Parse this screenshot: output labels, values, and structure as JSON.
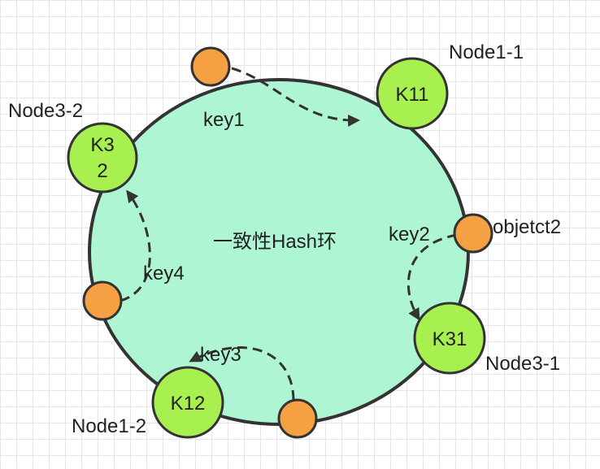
{
  "colors": {
    "ring_fill": "#aef5d3",
    "ring_stroke": "#333333",
    "node_fill": "#a8f050",
    "key_fill": "#f5a043",
    "arrow": "#333333"
  },
  "ring": {
    "label": "一致性Hash环"
  },
  "nodes": {
    "k11": {
      "text": "K11",
      "caption": "Node1-1"
    },
    "k32": {
      "text_line1": "K3",
      "text_line2": "2",
      "caption": "Node3-2"
    },
    "k31": {
      "text": "K31",
      "caption": "Node3-1"
    },
    "k12": {
      "text": "K12",
      "caption": "Node1-2"
    }
  },
  "keys": {
    "key1": {
      "label": "key1"
    },
    "key2": {
      "label": "key2"
    },
    "key3": {
      "label": "key3"
    },
    "key4": {
      "label": "key4"
    },
    "objetct2": {
      "label": "objetct2"
    }
  }
}
